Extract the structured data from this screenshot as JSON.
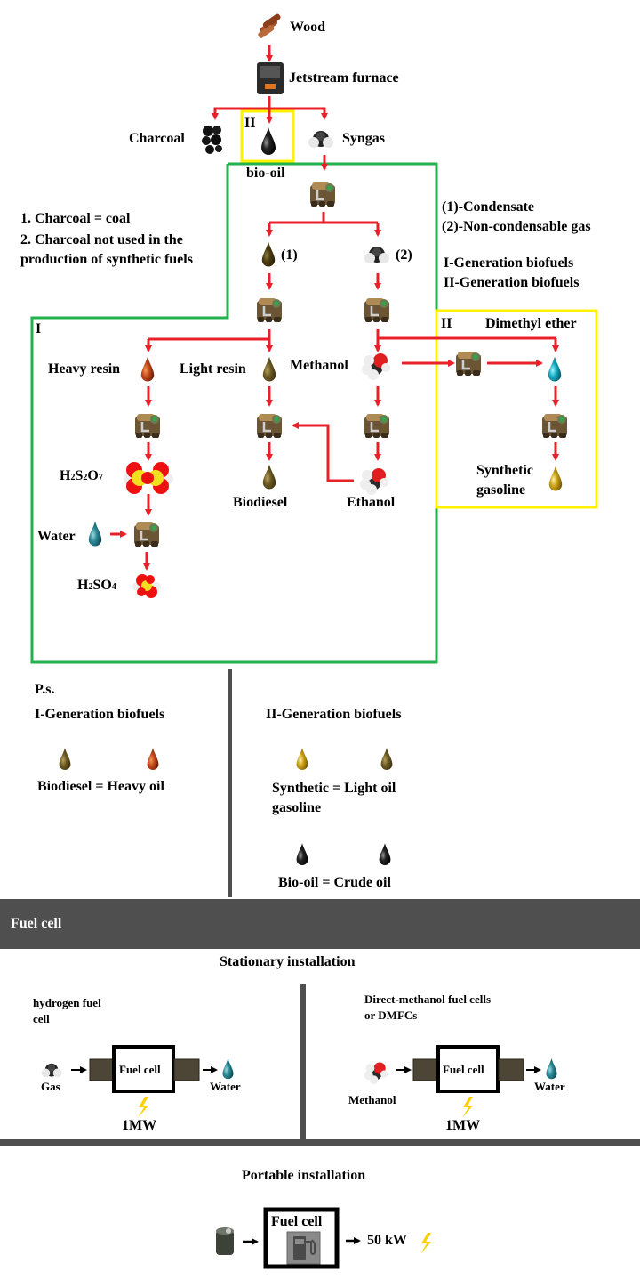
{
  "flow": {
    "wood": "Wood",
    "furnace": "Jetstream furnace",
    "charcoal": "Charcoal",
    "gen_ii_marker_top": "II",
    "bio_oil": "bio-oil",
    "syngas": "Syngas",
    "condensate_marker": "(1)",
    "gas_marker": "(2)",
    "gen_i_marker": "I",
    "heavy_resin": "Heavy resin",
    "light_resin": "Light resin",
    "methanol": "Methanol",
    "gen_ii_marker_right": "II",
    "dimethyl_ether": "Dimethyl ether",
    "h2s2o7": {
      "a": "H",
      "b": "2",
      "c": "S",
      "d": "2",
      "e": "O",
      "f": "7"
    },
    "biodiesel": "Biodiesel",
    "ethanol": "Ethanol",
    "synthetic_gasoline": [
      "Synthetic",
      "gasoline"
    ],
    "water": "Water",
    "h2so4": {
      "a": "H",
      "b": "2",
      "c": "SO",
      "d": "4"
    }
  },
  "notes": {
    "left": [
      "1. Charcoal = coal",
      "2. Charcoal not used in the production of synthetic fuels"
    ],
    "legend_numbers": [
      "(1)-Condensate",
      "(2)-Non-condensable gas"
    ],
    "legend_generations": [
      "I-Generation biofuels",
      "II-Generation biofuels"
    ]
  },
  "ps": {
    "title": "P.s.",
    "gen_i": {
      "heading": "I-Generation biofuels",
      "equation": "Biodiesel = Heavy oil"
    },
    "gen_ii": {
      "heading": "II-Generation biofuels",
      "equation1": [
        "Synthetic = Light oil",
        "gasoline"
      ],
      "equation2": "Bio-oil = Crude oil"
    }
  },
  "fuel_cell": {
    "banner": "Fuel cell",
    "stationary": {
      "title": "Stationary installation",
      "hydrogen": {
        "title": [
          "hydrogen fuel",
          "cell"
        ],
        "input": "Gas",
        "box": "Fuel cell",
        "output": "Water",
        "power": "1MW"
      },
      "dmfc": {
        "title": [
          "Direct-methanol fuel cells",
          "or DMFCs"
        ],
        "input": "Methanol",
        "box": "Fuel cell",
        "output": "Water",
        "power": "1MW"
      }
    },
    "portable": {
      "title": "Portable installation",
      "box": "Fuel cell",
      "power": "50 kW"
    }
  },
  "colors": {
    "arrow": "#e8202a",
    "gen_i_box": "#22b14c",
    "gen_ii_box": "#fff200",
    "banner": "#4f4f4f"
  }
}
